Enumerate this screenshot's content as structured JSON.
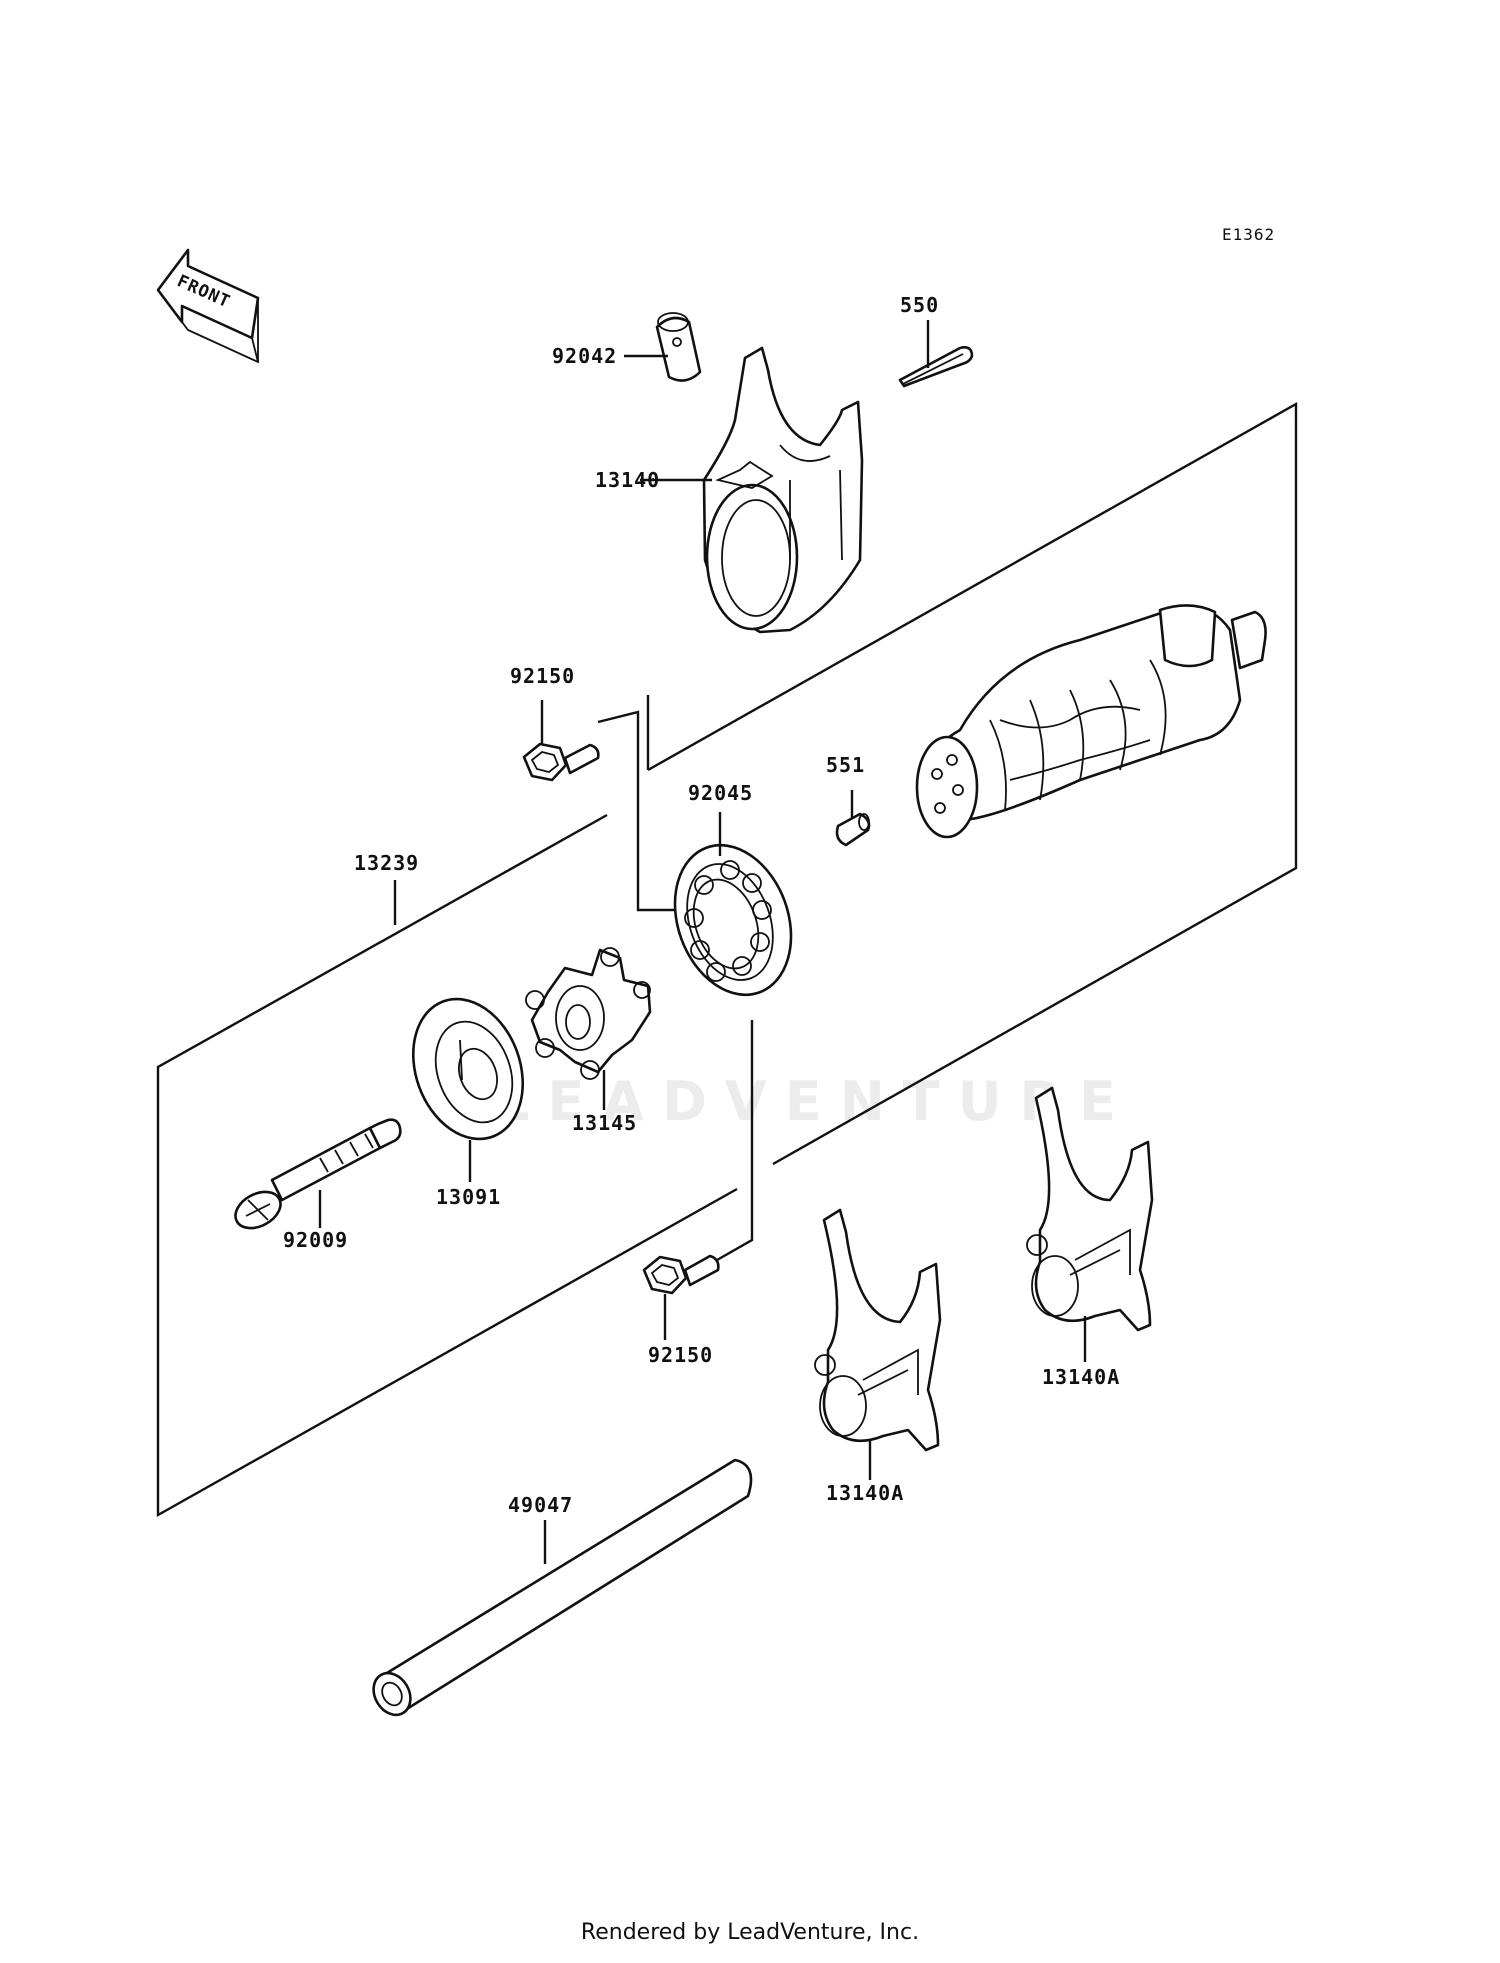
{
  "diagram_code": "E1362",
  "front_arrow_text": "FRONT",
  "watermark": "LEADVENTURE",
  "footer": "Rendered by LeadVenture, Inc.",
  "callouts": {
    "c550": "550",
    "c92042": "92042",
    "c13140": "13140",
    "c92150_top": "92150",
    "c551": "551",
    "c92045": "92045",
    "c13239": "13239",
    "c13145": "13145",
    "c13091": "13091",
    "c92009": "92009",
    "c92150_bottom": "92150",
    "c13140A_right": "13140A",
    "c13140A_left": "13140A",
    "c49047": "49047"
  }
}
